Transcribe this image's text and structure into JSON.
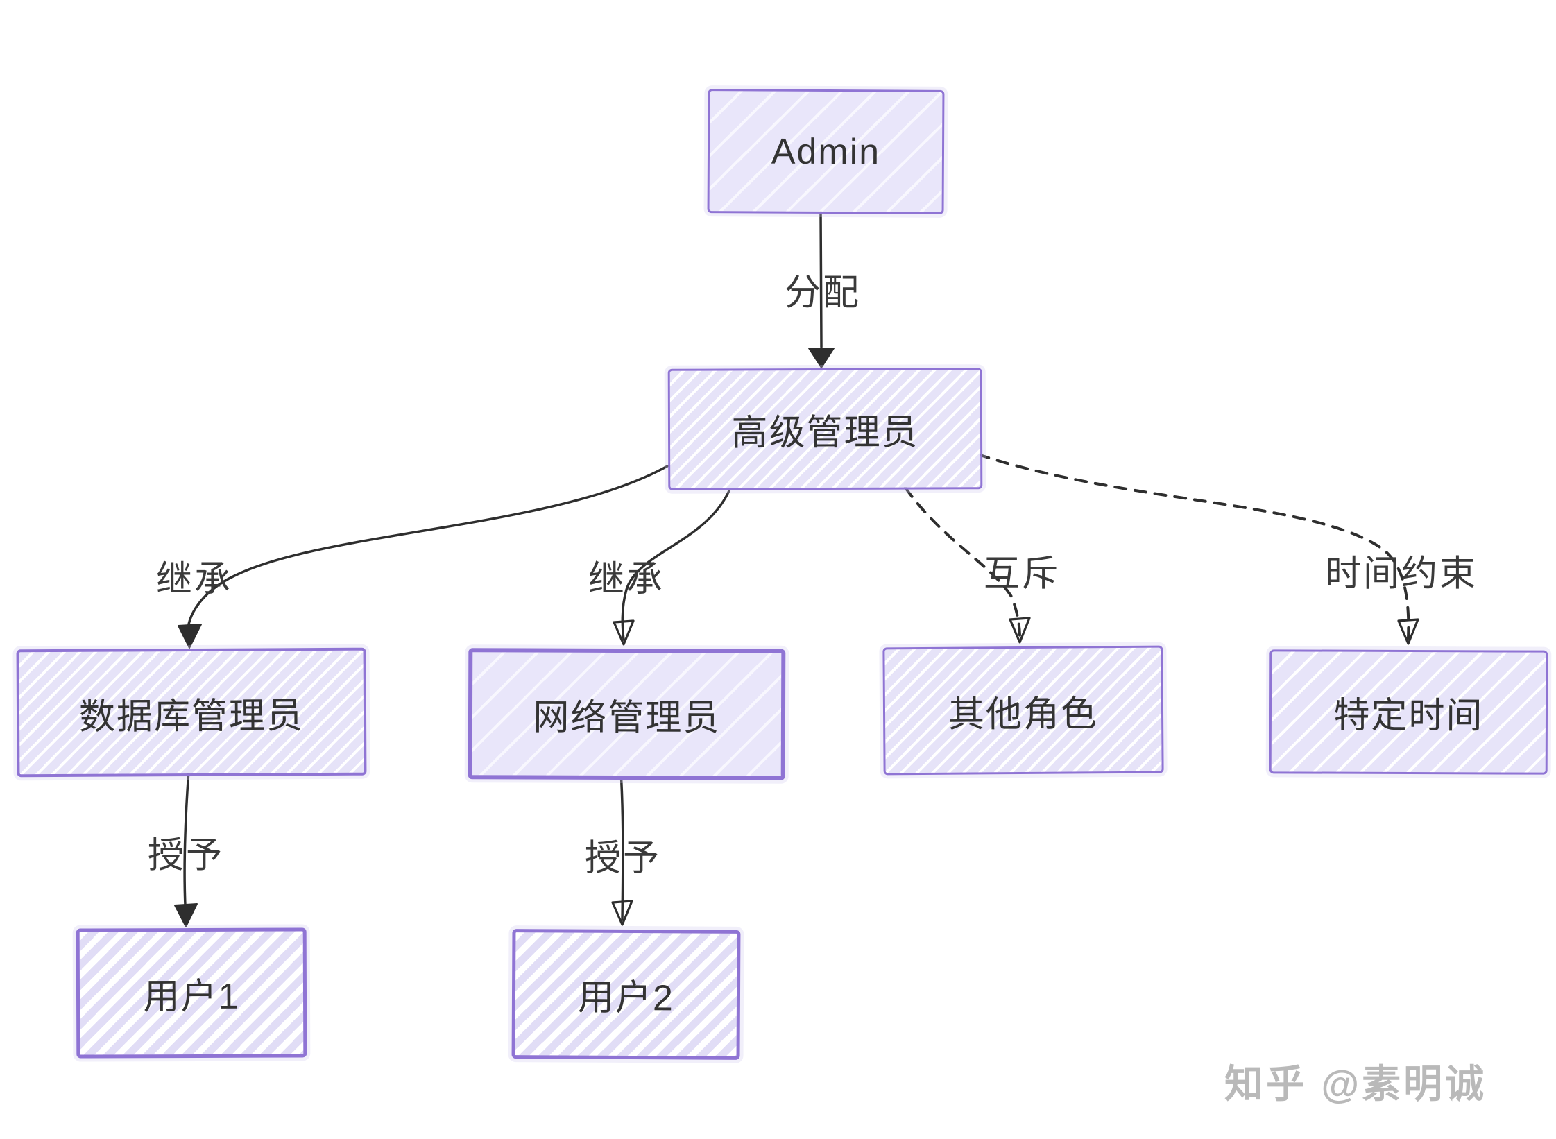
{
  "diagram": {
    "nodes": [
      {
        "id": "admin",
        "label": "Admin"
      },
      {
        "id": "senior-admin",
        "label": "高级管理员"
      },
      {
        "id": "db-admin",
        "label": "数据库管理员"
      },
      {
        "id": "network-admin",
        "label": "网络管理员"
      },
      {
        "id": "other-roles",
        "label": "其他角色"
      },
      {
        "id": "specific-time",
        "label": "特定时间"
      },
      {
        "id": "user1",
        "label": "用户1"
      },
      {
        "id": "user2",
        "label": "用户2"
      }
    ],
    "edges": [
      {
        "from": "admin",
        "to": "senior-admin",
        "label": "分配",
        "style": "solid"
      },
      {
        "from": "senior-admin",
        "to": "db-admin",
        "label": "继承",
        "style": "solid"
      },
      {
        "from": "senior-admin",
        "to": "network-admin",
        "label": "继承",
        "style": "solid"
      },
      {
        "from": "senior-admin",
        "to": "other-roles",
        "label": "互斥",
        "style": "dashed"
      },
      {
        "from": "senior-admin",
        "to": "specific-time",
        "label": "时间约束",
        "style": "dashed"
      },
      {
        "from": "db-admin",
        "to": "user1",
        "label": "授予",
        "style": "solid"
      },
      {
        "from": "network-admin",
        "to": "user2",
        "label": "授予",
        "style": "solid"
      }
    ],
    "watermark": "知乎 @素明诚",
    "colors": {
      "background": "#ffffff",
      "node_border": "#8f74d4",
      "node_fill": "#e6e3f8",
      "edge_line": "#2e2e2e",
      "label_text": "#3a3a3a",
      "node_text": "#333333",
      "watermark_text": "#b9b9b9"
    }
  }
}
